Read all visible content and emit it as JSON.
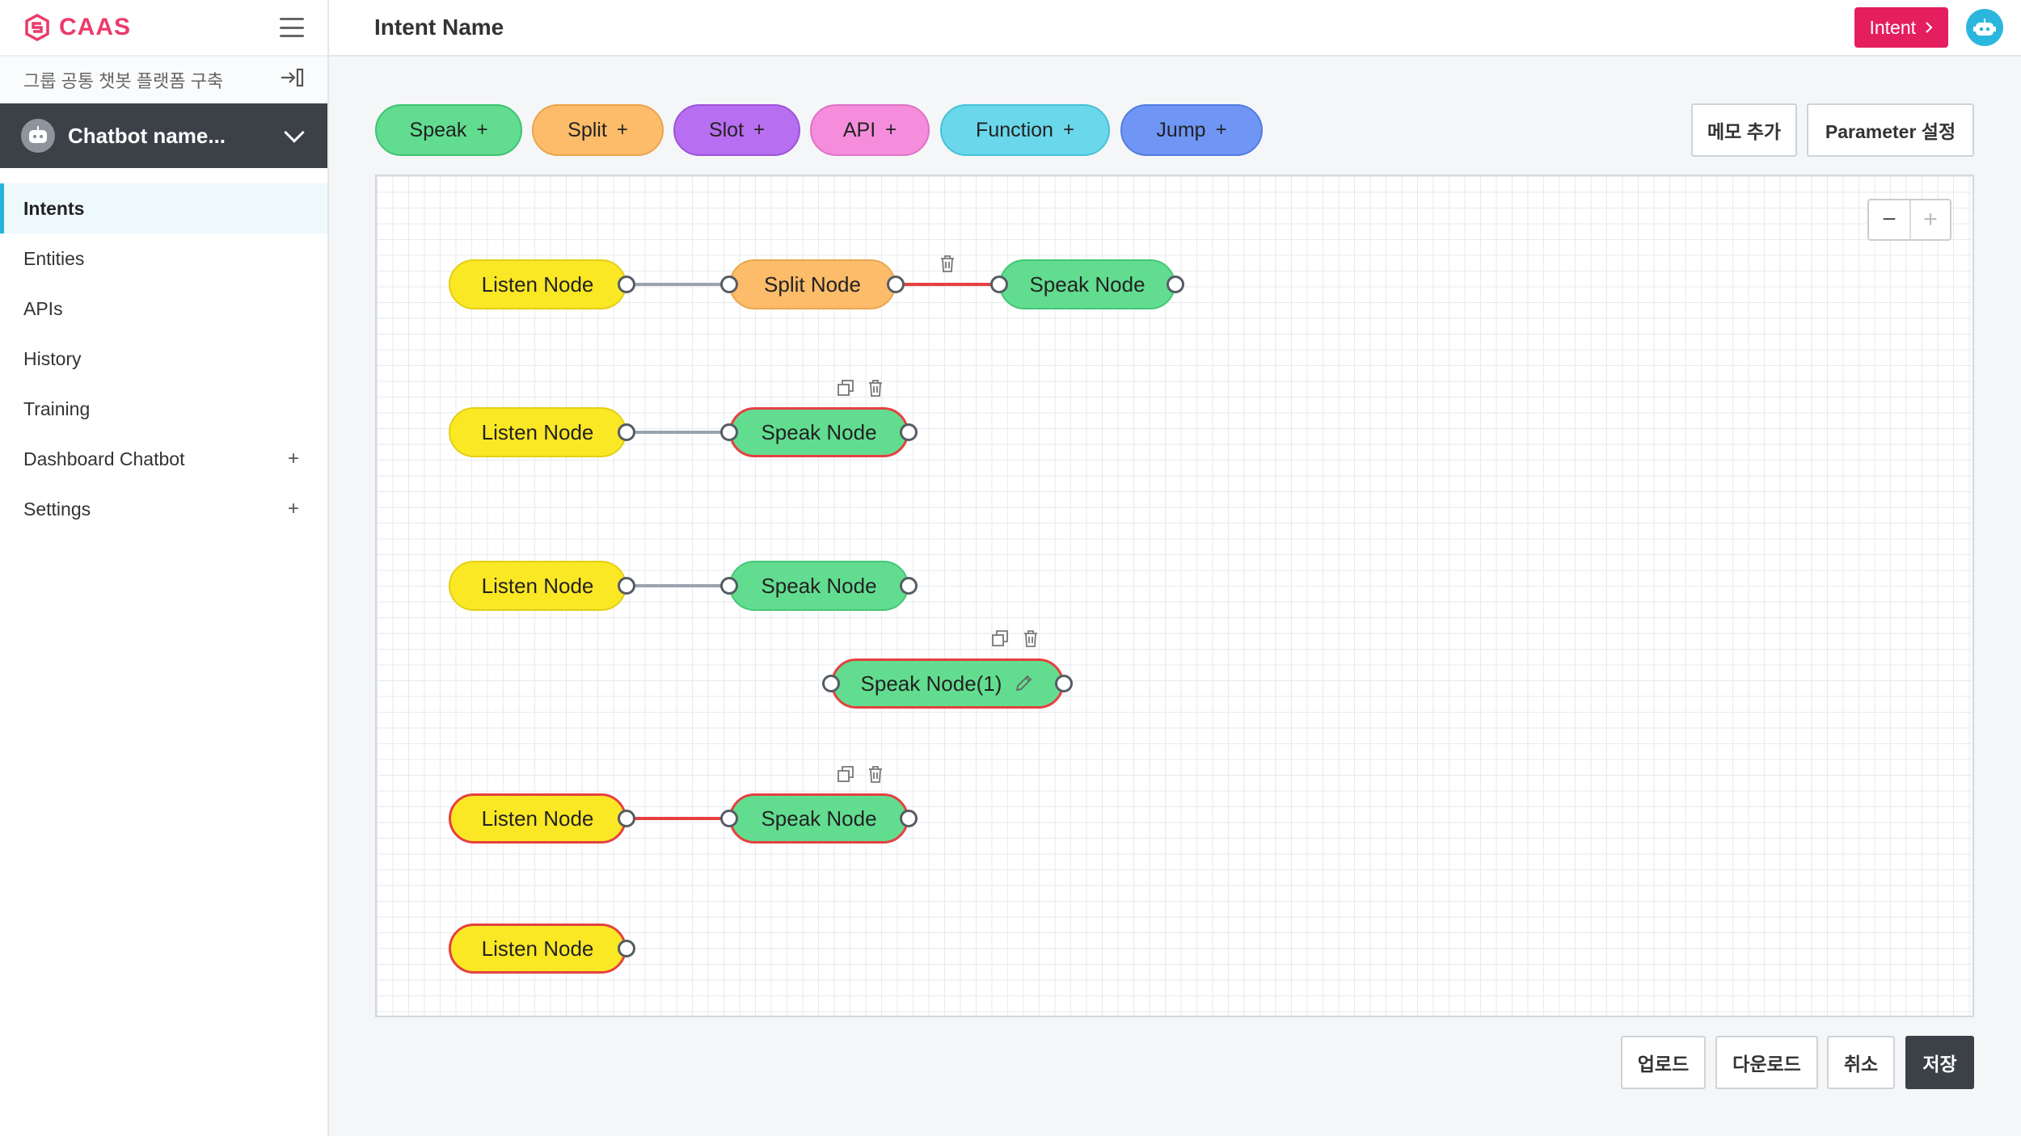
{
  "brand": {
    "name": "CAAS",
    "color": "#ec3a6a"
  },
  "sidebar": {
    "project": "그룹 공통 챗봇 플랫폼 구축",
    "chatbot_name": "Chatbot name...",
    "items": [
      {
        "label": "Intents",
        "active": true
      },
      {
        "label": "Entities"
      },
      {
        "label": "APIs"
      },
      {
        "label": "History"
      },
      {
        "label": "Training"
      },
      {
        "label": "Dashboard Chatbot",
        "expandable": "+"
      },
      {
        "label": "Settings",
        "expandable": "+"
      }
    ]
  },
  "header": {
    "title": "Intent Name",
    "intent_button": "Intent",
    "accent": "#e41e5f"
  },
  "toolbar": {
    "node_buttons": [
      {
        "label": "Speak",
        "plus": "+",
        "color": "#62dd90"
      },
      {
        "label": "Split",
        "plus": "+",
        "color": "#fdbc6a"
      },
      {
        "label": "Slot",
        "plus": "+",
        "color": "#b86ef0"
      },
      {
        "label": "API",
        "plus": "+",
        "color": "#f58ddc"
      },
      {
        "label": "Function",
        "plus": "+",
        "color": "#6ad7ea"
      },
      {
        "label": "Jump",
        "plus": "+",
        "color": "#6f96f5"
      }
    ],
    "memo_button": "메모 추가",
    "parameter_button": "Parameter 설정"
  },
  "canvas": {
    "zoom_out": "−",
    "zoom_in": "+",
    "nodes": {
      "r1_listen": "Listen Node",
      "r1_split": "Split Node",
      "r1_speak": "Speak Node",
      "r2_listen": "Listen Node",
      "r2_speak": "Speak Node",
      "r3_listen": "Listen Node",
      "r3_speak": "Speak Node",
      "r3_speak1": "Speak Node(1)",
      "r4_listen": "Listen Node",
      "r4_speak": "Speak Node",
      "r5_listen": "Listen Node"
    }
  },
  "footer": {
    "upload": "업로드",
    "download": "다운로드",
    "cancel": "취소",
    "save": "저장"
  }
}
